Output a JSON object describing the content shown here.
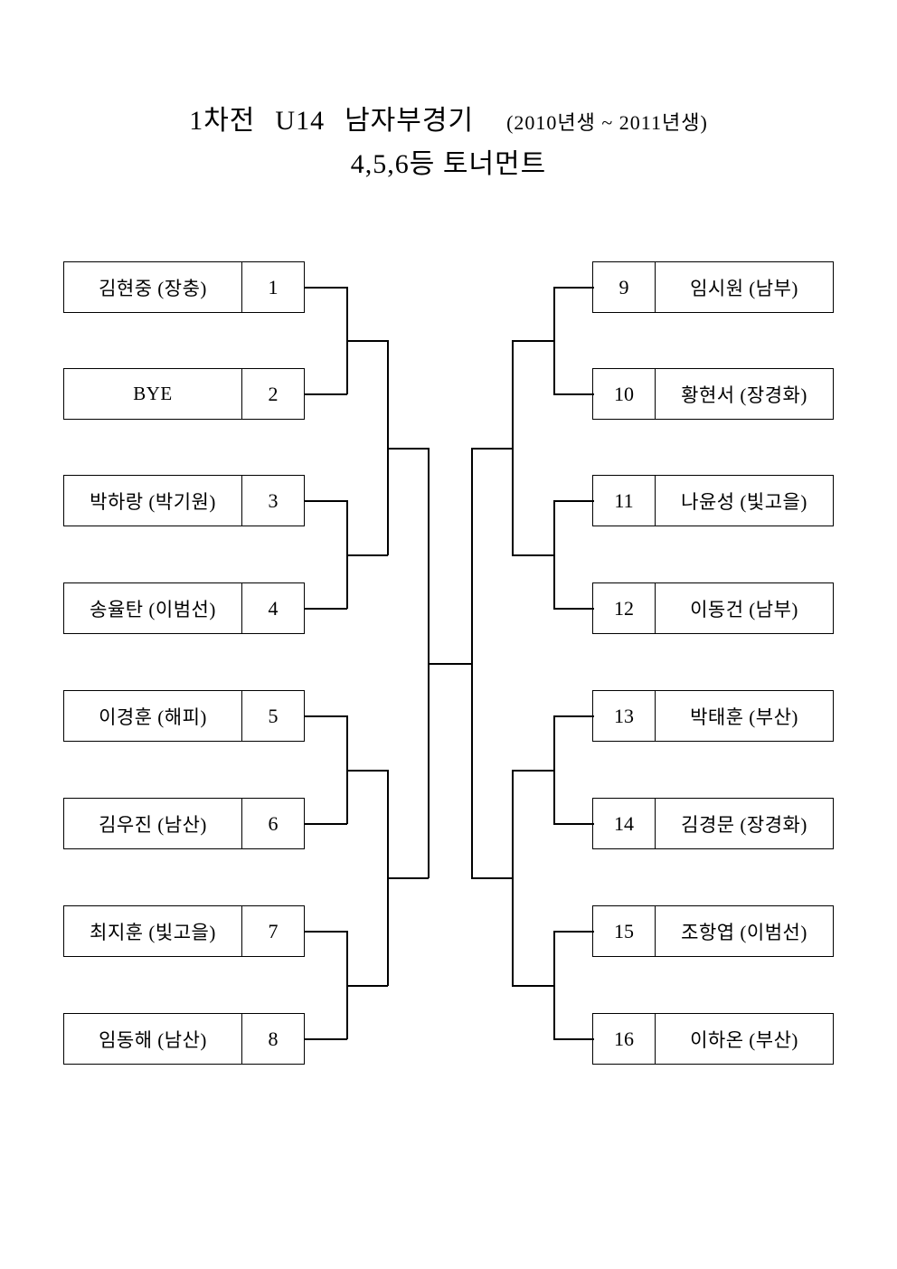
{
  "title": {
    "round": "1차전",
    "division": "U14",
    "category": "남자부경기",
    "years": "(2010년생 ~ 2011년생)",
    "subtitle": "4,5,6등 토너먼트"
  },
  "bracket": {
    "type": "single-elimination",
    "total_slots": 16,
    "left_side": [
      {
        "seed": "1",
        "name": "김현중 (장충)"
      },
      {
        "seed": "2",
        "name": "BYE"
      },
      {
        "seed": "3",
        "name": "박하랑 (박기원)"
      },
      {
        "seed": "4",
        "name": "송율탄 (이범선)"
      },
      {
        "seed": "5",
        "name": "이경훈 (해피)"
      },
      {
        "seed": "6",
        "name": "김우진 (남산)"
      },
      {
        "seed": "7",
        "name": "최지훈 (빛고을)"
      },
      {
        "seed": "8",
        "name": "임동해 (남산)"
      }
    ],
    "right_side": [
      {
        "seed": "9",
        "name": "임시원 (남부)"
      },
      {
        "seed": "10",
        "name": "황현서 (장경화)"
      },
      {
        "seed": "11",
        "name": "나윤성 (빛고을)"
      },
      {
        "seed": "12",
        "name": "이동건 (남부)"
      },
      {
        "seed": "13",
        "name": "박태훈 (부산)"
      },
      {
        "seed": "14",
        "name": "김경문 (장경화)"
      },
      {
        "seed": "15",
        "name": "조항엽 (이범선)"
      },
      {
        "seed": "16",
        "name": "이하온 (부산)"
      }
    ]
  },
  "colors": {
    "line": "#000000",
    "text": "#000000",
    "background": "#ffffff"
  }
}
